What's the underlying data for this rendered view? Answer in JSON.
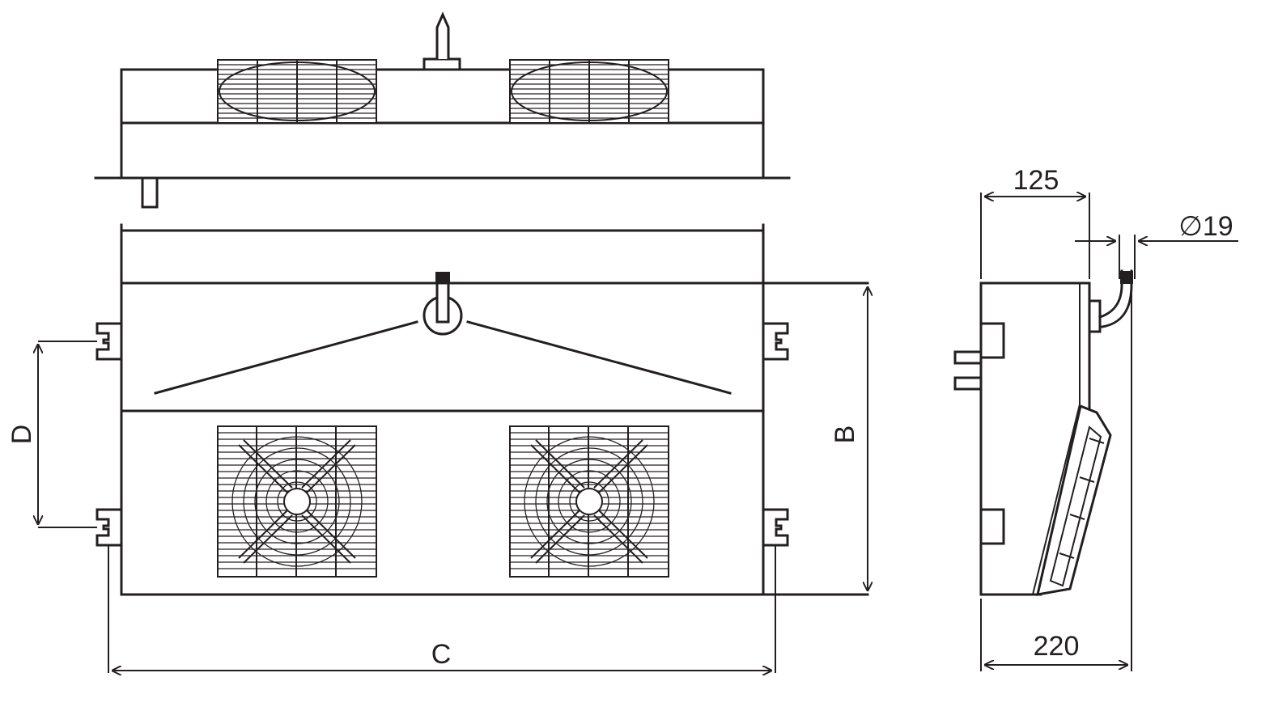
{
  "labels": {
    "dim_d": "D",
    "dim_b": "B",
    "dim_c": "C",
    "dim_125": "125",
    "dim_diam19": "∅19",
    "dim_220": "220"
  },
  "colors": {
    "line": "#231f20",
    "background": "#ffffff"
  }
}
